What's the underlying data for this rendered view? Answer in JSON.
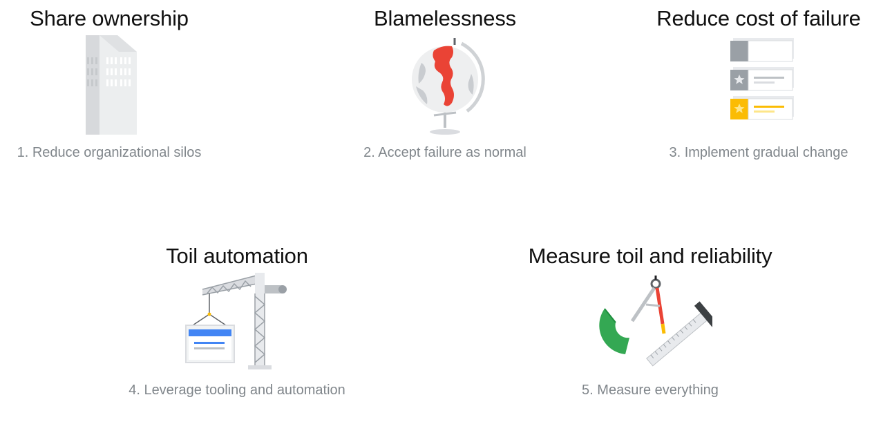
{
  "principles": [
    {
      "title": "Share ownership",
      "caption": "1. Reduce organizational silos",
      "icon": "building-icon"
    },
    {
      "title": "Blamelessness",
      "caption": "2. Accept failure as normal",
      "icon": "globe-icon"
    },
    {
      "title": "Reduce cost of failure",
      "caption": "3. Implement gradual change",
      "icon": "stacked-cards-icon"
    },
    {
      "title": "Toil automation",
      "caption": "4. Leverage tooling and automation",
      "icon": "crane-icon"
    },
    {
      "title": "Measure toil and reliability",
      "caption": "5. Measure everything",
      "icon": "measuring-tools-icon"
    }
  ],
  "colors": {
    "title": "#111111",
    "caption": "#80868b",
    "accent_red": "#ea4335",
    "accent_yellow": "#fbbc04",
    "accent_blue": "#4285f4",
    "accent_green": "#34a853"
  }
}
